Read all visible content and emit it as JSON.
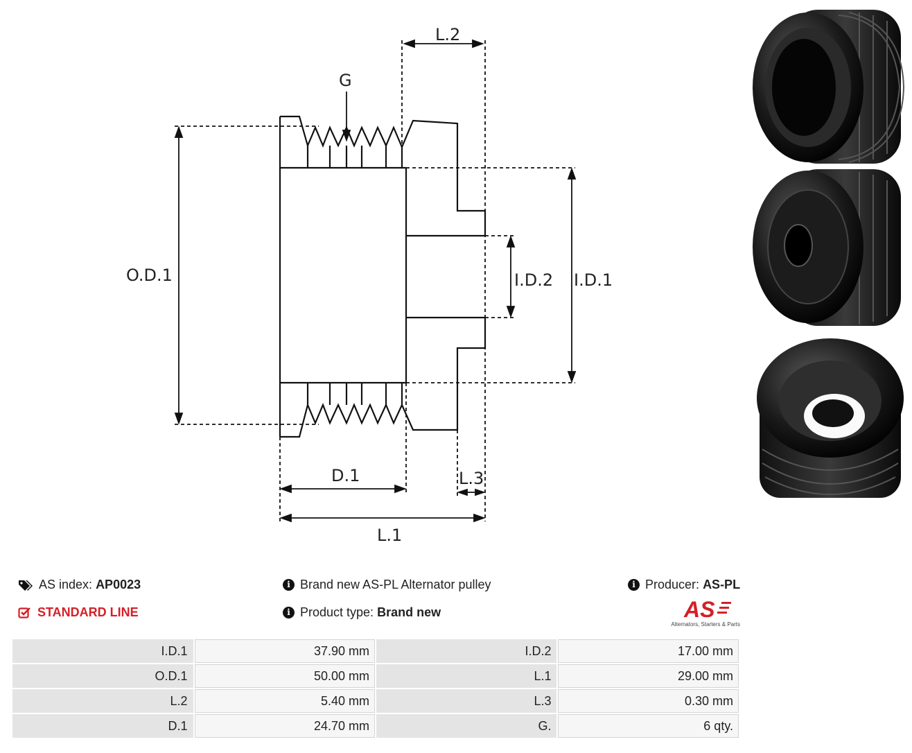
{
  "diagram": {
    "labels": {
      "l2": "L.2",
      "g": "G",
      "od1": "O.D.1",
      "id2": "I.D.2",
      "id1": "I.D.1",
      "d1": "D.1",
      "l3": "L.3",
      "l1": "L.1"
    }
  },
  "info": {
    "as_index_label": "AS index:",
    "as_index_value": "AP0023",
    "standard_line": "STANDARD LINE",
    "description": "Brand new AS-PL Alternator pulley",
    "product_type_label": "Product type:",
    "product_type_value": "Brand new",
    "producer_label": "Producer:",
    "producer_value": "AS-PL"
  },
  "logo": {
    "mark": "AS",
    "tagline": "Alternators, Starters & Parts",
    "color": "#d42027"
  },
  "specs": [
    {
      "k1": "I.D.1",
      "v1": "37.90 mm",
      "k2": "I.D.2",
      "v2": "17.00 mm"
    },
    {
      "k1": "O.D.1",
      "v1": "50.00 mm",
      "k2": "L.1",
      "v2": "29.00 mm"
    },
    {
      "k1": "L.2",
      "v1": "5.40 mm",
      "k2": "L.3",
      "v2": "0.30 mm"
    },
    {
      "k1": "D.1",
      "v1": "24.70 mm",
      "k2": "G.",
      "v2": "6 qty."
    }
  ],
  "icons": [
    "tags-icon",
    "check-square-icon",
    "info-icon"
  ]
}
